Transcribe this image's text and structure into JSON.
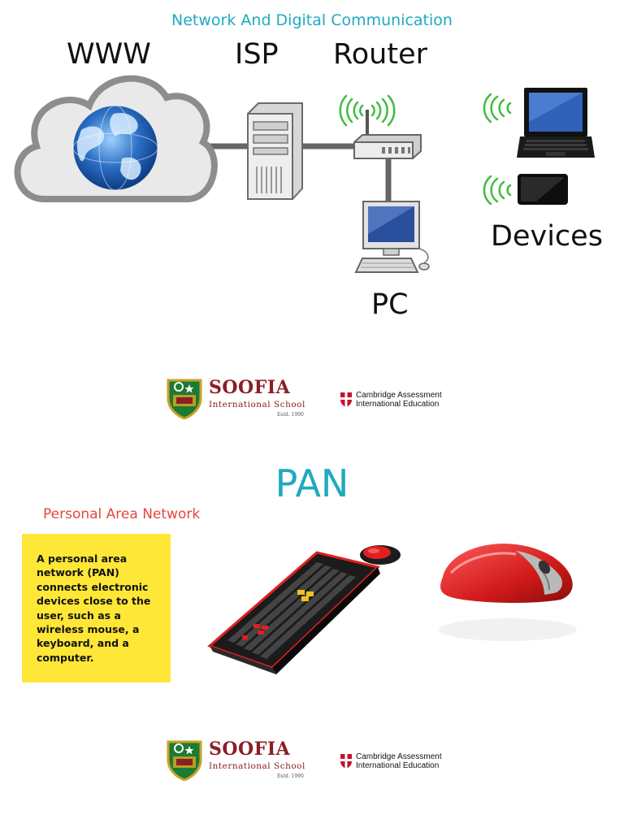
{
  "slide1": {
    "title": "Network And Digital Communication",
    "labels": {
      "www": "WWW",
      "isp": "ISP",
      "router": "Router",
      "devices": "Devices",
      "pc": "PC"
    },
    "icons": [
      "cloud-globe-icon",
      "server-icon",
      "router-icon",
      "desktop-pc-icon",
      "laptop-icon",
      "tablet-icon",
      "wifi-signal-icon"
    ]
  },
  "school_logo": {
    "name": "SOOFIA",
    "subtitle": "International School",
    "estd": "Estd. 1990"
  },
  "cambridge_logo": {
    "line1": "Cambridge Assessment",
    "line2": "International Education"
  },
  "slide2": {
    "title": "PAN",
    "subtitle": "Personal Area Network",
    "description": "A personal area network (PAN) connects electronic devices close to the user, such as a wireless mouse, a keyboard, and a computer.",
    "icons": [
      "keyboard-icon",
      "mouse-icon"
    ]
  },
  "colors": {
    "title_teal": "#1eaac0",
    "subtitle_red": "#e3473f",
    "box_yellow": "#ffe737",
    "school_maroon": "#8b1f24"
  }
}
